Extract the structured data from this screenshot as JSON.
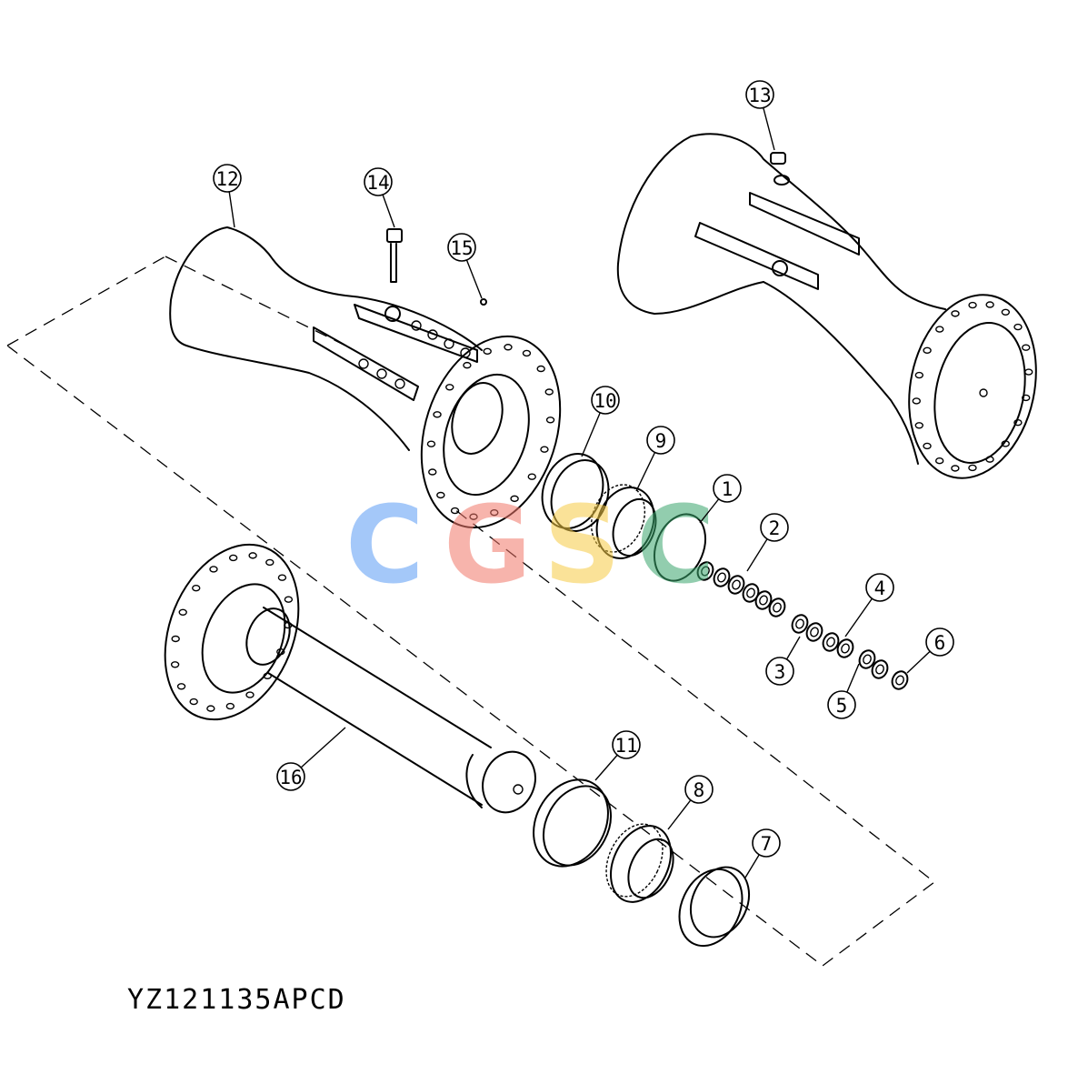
{
  "drawing_code": "YZ121135APCD",
  "watermark": {
    "letters": [
      "C",
      "G",
      "S",
      "C"
    ],
    "colors": [
      "#5b9cf5",
      "#f2776a",
      "#f7cc45",
      "#3aa66c"
    ]
  },
  "callouts": [
    {
      "label": "1"
    },
    {
      "label": "2"
    },
    {
      "label": "3"
    },
    {
      "label": "4"
    },
    {
      "label": "5"
    },
    {
      "label": "6"
    },
    {
      "label": "7"
    },
    {
      "label": "8"
    },
    {
      "label": "9"
    },
    {
      "label": "10"
    },
    {
      "label": "11"
    },
    {
      "label": "12"
    },
    {
      "label": "13"
    },
    {
      "label": "14"
    },
    {
      "label": "15"
    },
    {
      "label": "16"
    }
  ]
}
